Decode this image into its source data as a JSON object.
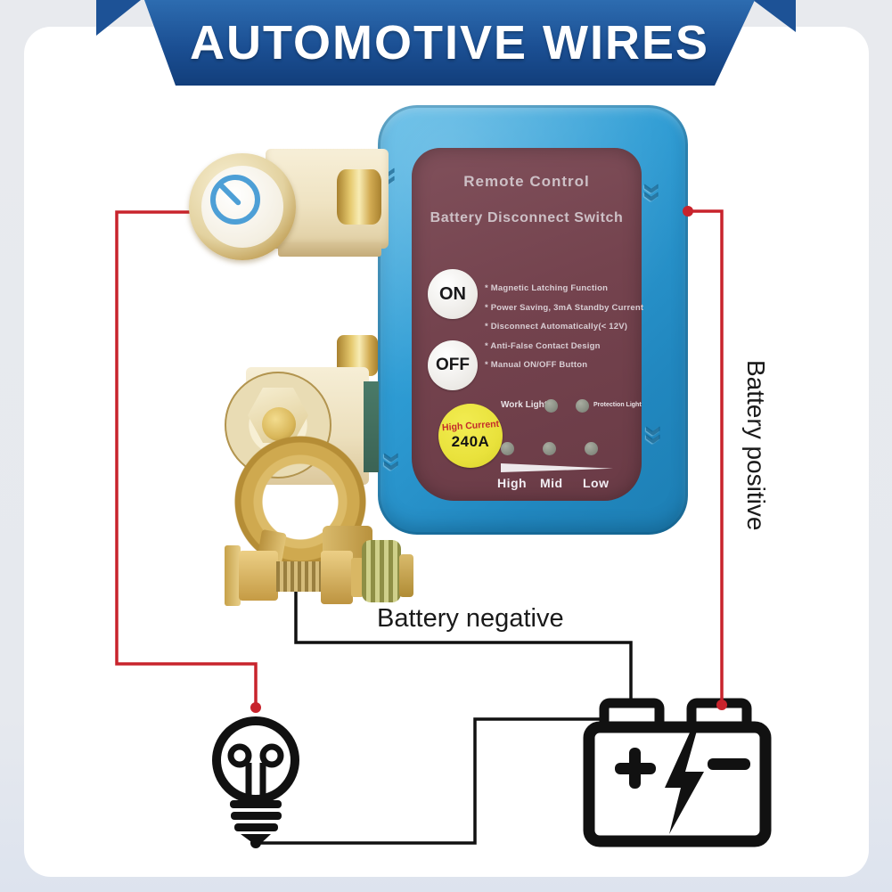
{
  "banner": {
    "title": "AUTOMOTIVE WIRES"
  },
  "device": {
    "title_line1": "Remote Control",
    "title_line2": "Battery Disconnect Switch",
    "on_label": "ON",
    "off_label": "OFF",
    "features": [
      "* Magnetic Latching Function",
      "* Power Saving, 3mA Standby Current",
      "* Disconnect Automatically(< 12V)",
      "* Anti-False Contact Design",
      "* Manual ON/OFF Button"
    ],
    "badge": {
      "line1": "High Current",
      "line2": "240A"
    },
    "indicators": {
      "work": "Work Light",
      "protection": "Protection Light"
    },
    "levels": [
      "High",
      "Mid",
      "Low"
    ]
  },
  "diagram": {
    "negative_label": "Battery negative",
    "positive_label": "Battery positive",
    "battery_plus": "+",
    "battery_minus": "−"
  },
  "icons": {
    "chevron_glyph": "»"
  },
  "colors": {
    "banner_blue_top": "#2d6cb0",
    "banner_blue_bottom": "#123e7b",
    "device_blue": "#2e9cd4",
    "panel_maroon": "#74434e",
    "panel_text": "#cdc0c6",
    "badge_yellow": "#e9e23c",
    "badge_text_red": "#c42b2b",
    "wire_red": "#c8232c",
    "diagram_black": "#111111",
    "brass_gold": "#d4ab52",
    "led_gray": "#8d9287",
    "background_gray": "#e8eaef",
    "card_white": "#ffffff"
  }
}
